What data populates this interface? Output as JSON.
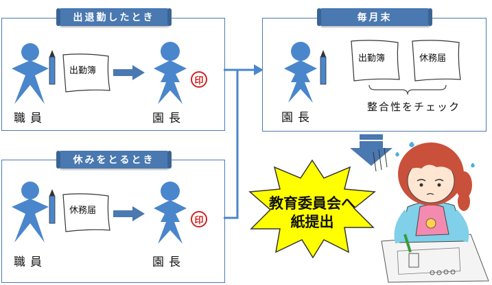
{
  "panels": {
    "attend": {
      "title": "出退勤したとき",
      "staff_label": "職員",
      "doc": "出勤簿",
      "director_label": "園長",
      "stamp": "印"
    },
    "leave": {
      "title": "休みをとるとき",
      "staff_label": "職員",
      "doc": "休務届",
      "director_label": "園長",
      "stamp": "印"
    },
    "monthly": {
      "title": "毎月末",
      "director_label": "園長",
      "doc1": "出勤簿",
      "doc2": "休務届",
      "check_note": "整合性をチェック"
    }
  },
  "burst": {
    "line1": "教育委員会へ",
    "line2": "紙提出"
  },
  "colors": {
    "accent": "#4a78b0",
    "figure": "#4a86cc",
    "stamp": "#d02020",
    "burst": "#ffff00"
  }
}
